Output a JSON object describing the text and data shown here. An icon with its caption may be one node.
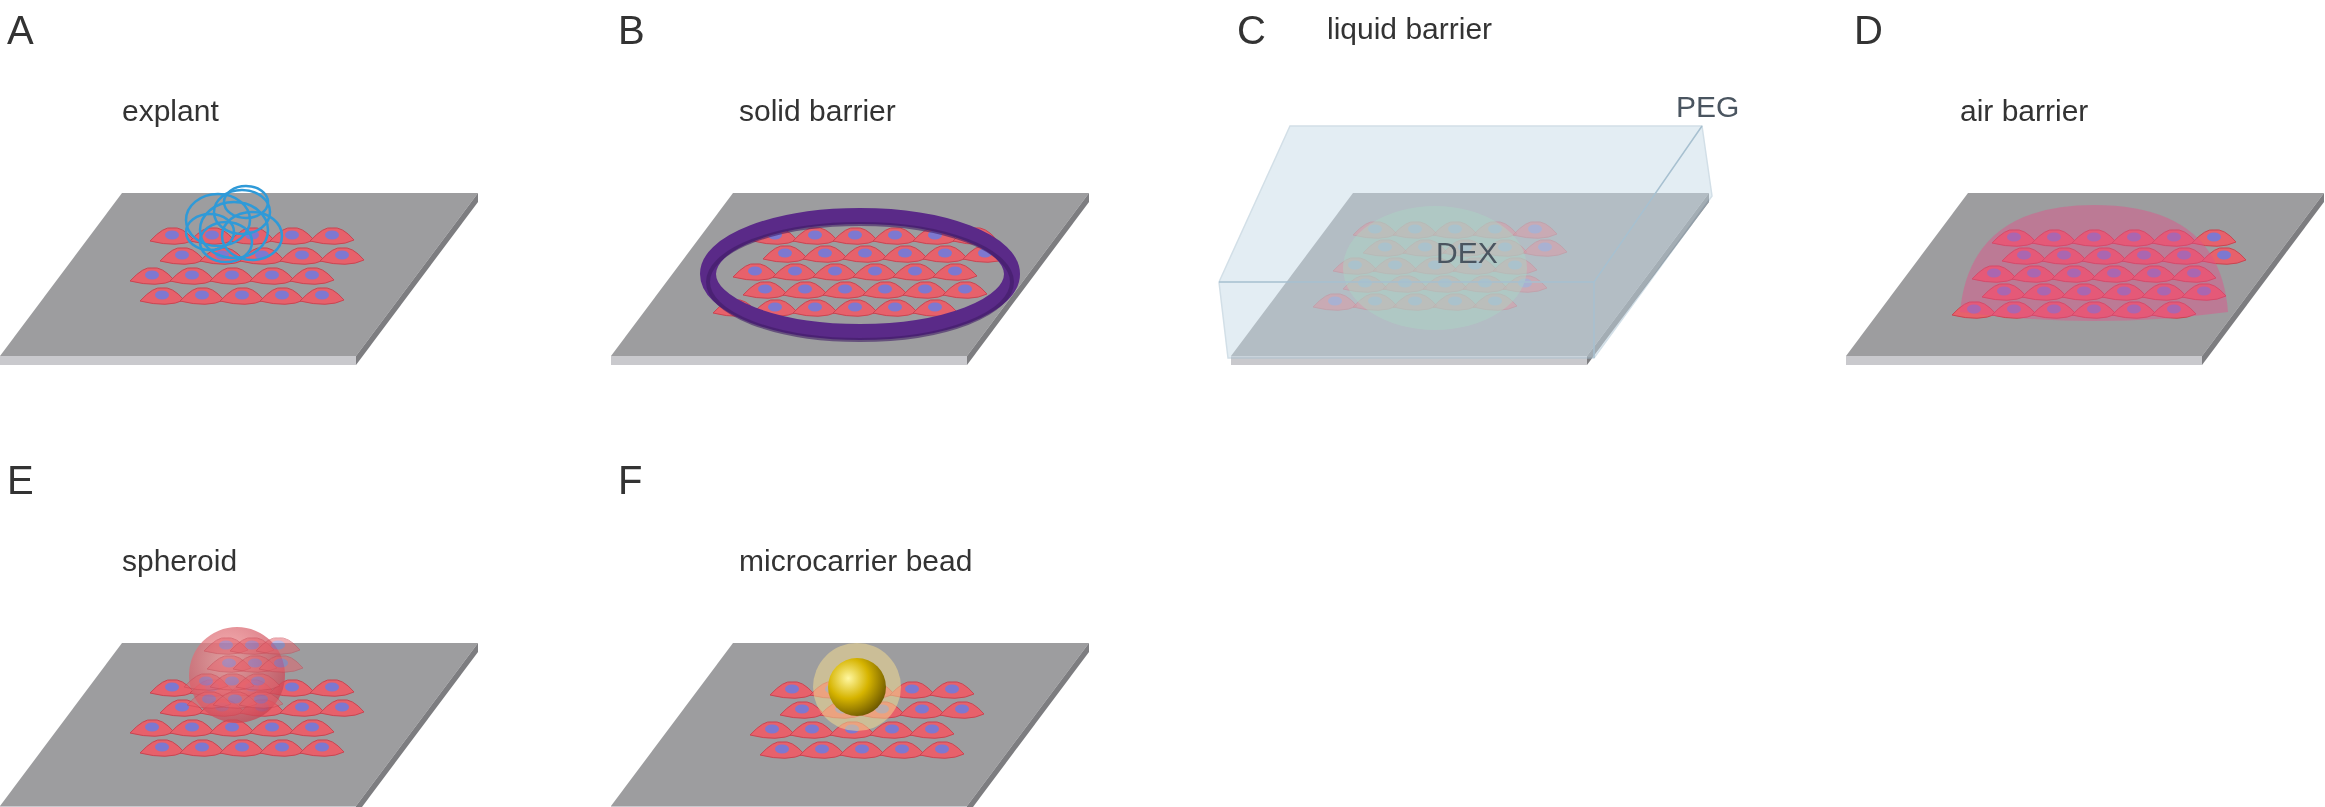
{
  "diagram": {
    "labels": [
      "A",
      "explant",
      "B",
      "solid barrier",
      "C",
      "liquid barrier",
      "PEG",
      "DEX",
      "D",
      "air barrier",
      "E",
      "spheroid",
      "F",
      "microcarrier bead"
    ]
  }
}
